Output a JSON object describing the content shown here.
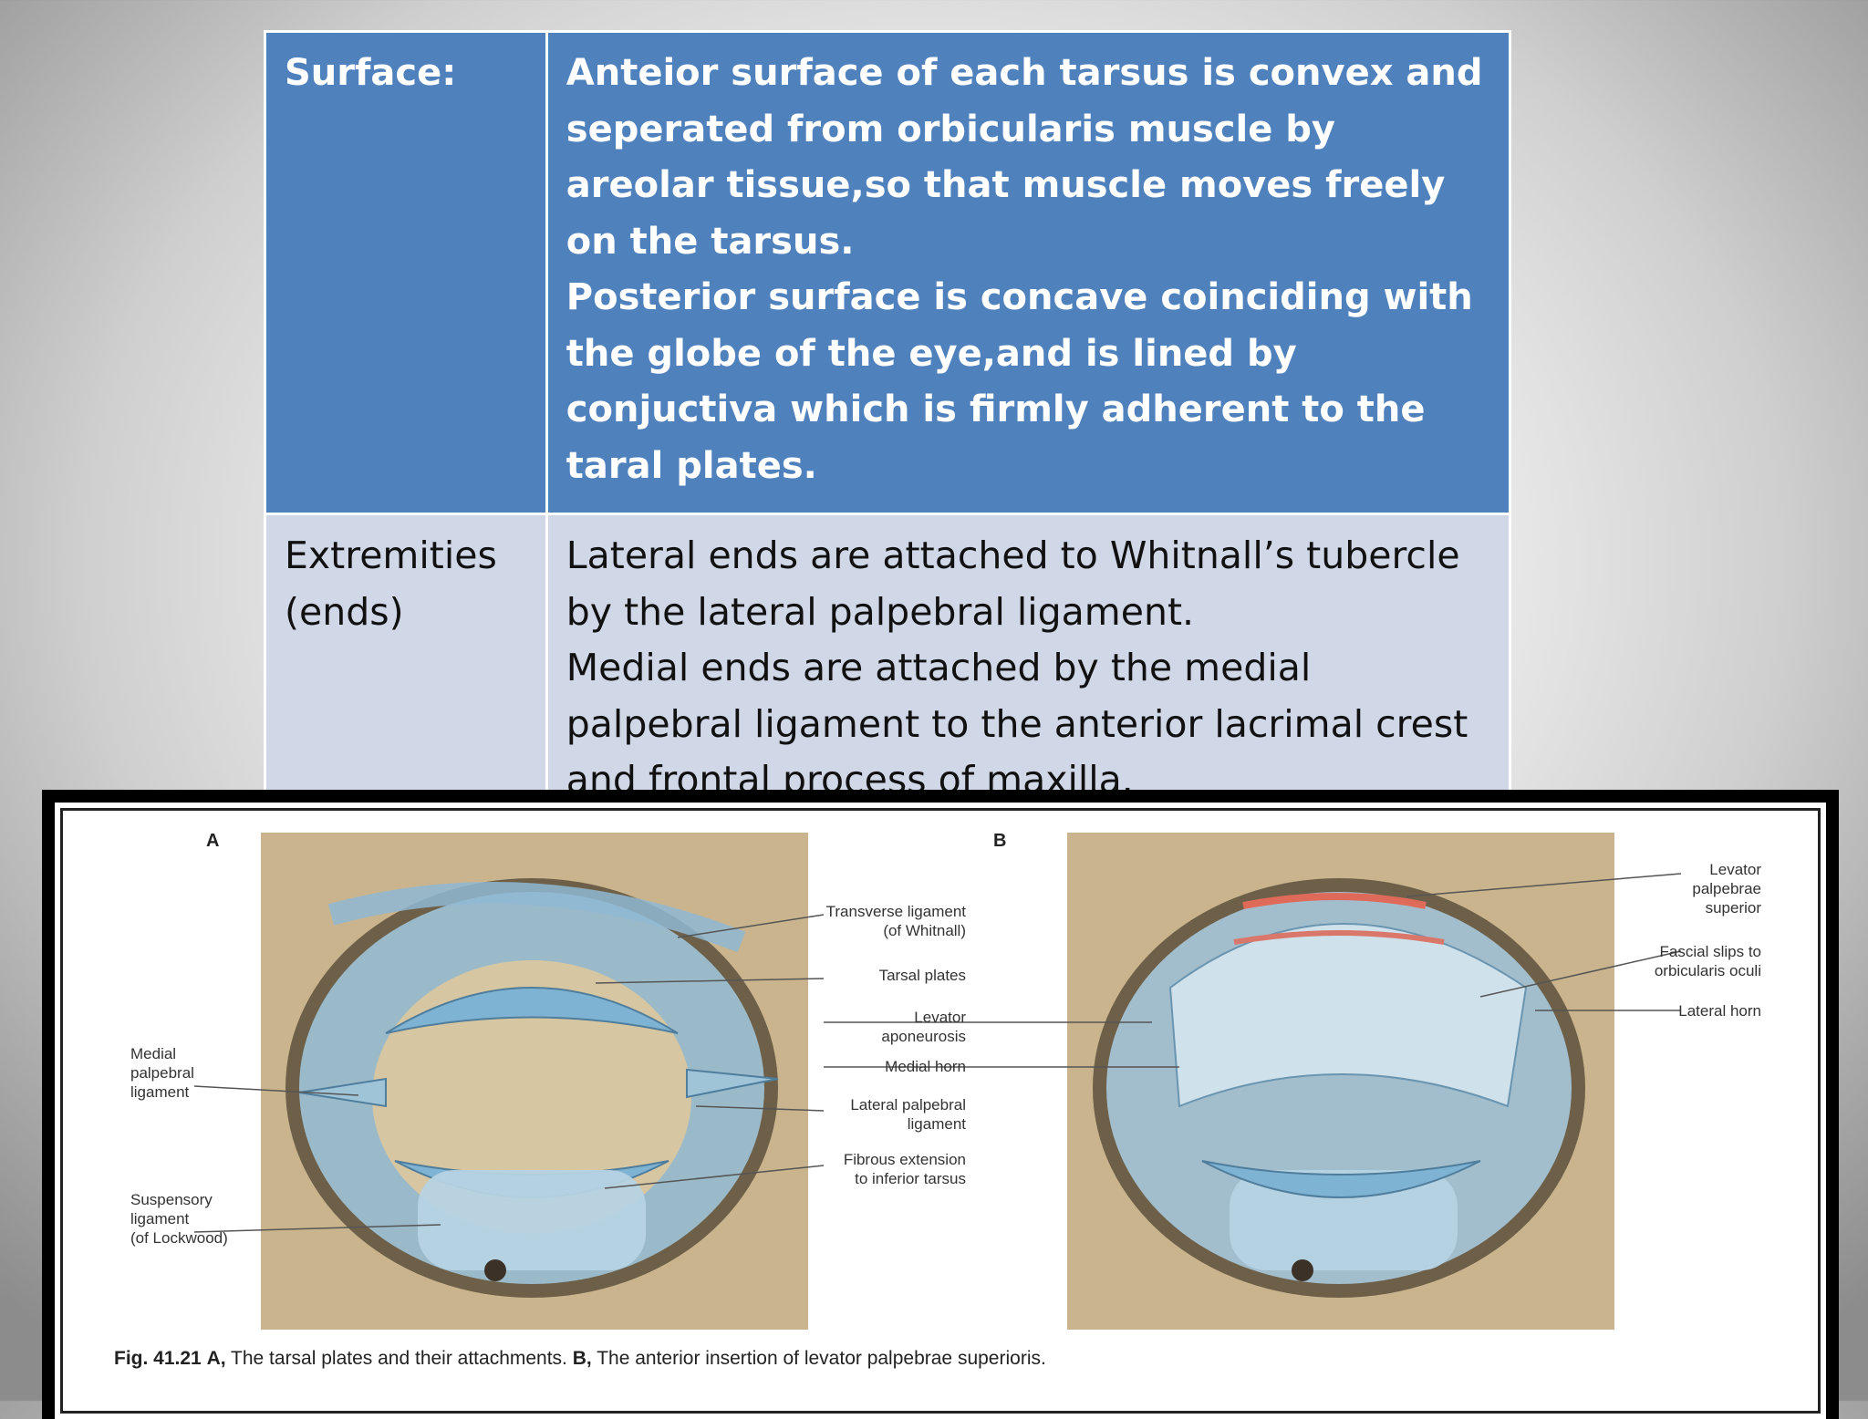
{
  "table": {
    "rows": [
      {
        "label": "Surface:",
        "paragraphs": [
          "Anteior surface of each tarsus is convex and seperated from orbicularis muscle by areolar tissue,so that muscle moves freely on the tarsus.",
          "Posterior surface is concave coinciding with the globe of the eye,and is lined by conjuctiva which is firmly adherent to the taral plates."
        ]
      },
      {
        "label": "Extremities (ends)",
        "paragraphs": [
          "Lateral ends are attached to Whitnall’s tubercle by the lateral palpebral ligament.",
          "Medial ends are attached  by the medial palpebral ligament to the anterior lacrimal crest and frontal process of maxilla."
        ]
      }
    ],
    "colors": {
      "header_bg": "#4f81bd",
      "row_bg": "#d0d8e8"
    }
  },
  "figure": {
    "panel_a": "A",
    "panel_b": "B",
    "labels_left": [
      "Medial\npalpebral\nligament",
      "Suspensory\nligament\n(of Lockwood)"
    ],
    "labels_center": [
      "Transverse ligament\n(of Whitnall)",
      "Tarsal plates",
      "Levator\naponeurosis",
      "Medial horn",
      "Lateral palpebral\nligament",
      "Fibrous extension\nto inferior tarsus"
    ],
    "labels_right": [
      "Levator\npalpebrae\nsuperior",
      "Fascial slips to\norbicularis oculi",
      "Lateral horn"
    ],
    "caption": {
      "fig": "Fig. 41.21",
      "a_letter": "A,",
      "a_text": "The tarsal plates and their attachments.",
      "b_letter": "B,",
      "b_text": "The anterior insertion of levator palpebrae superioris."
    }
  }
}
